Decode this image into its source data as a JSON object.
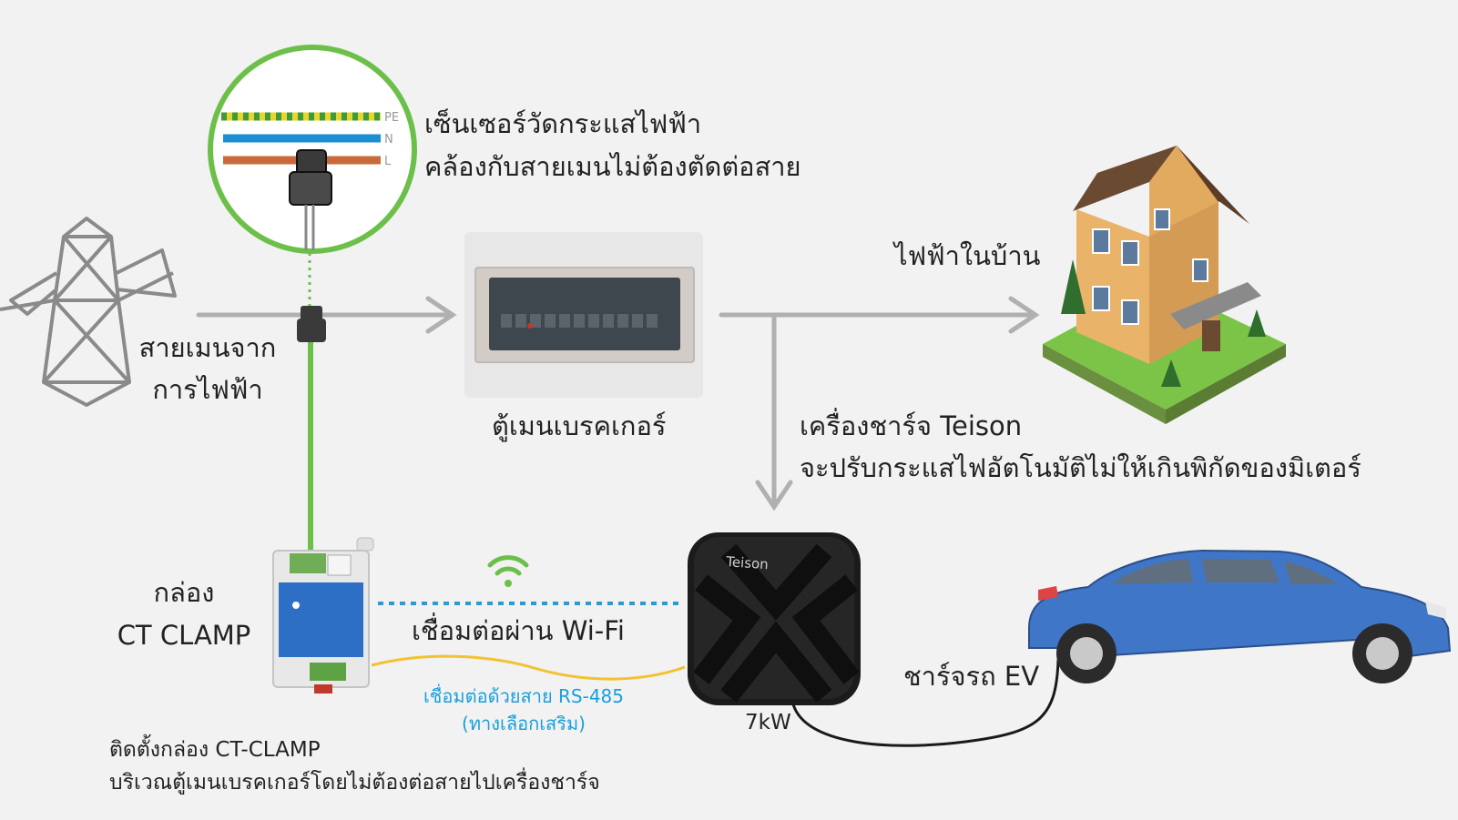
{
  "labels": {
    "sensor_line1": "เซ็นเซอร์วัดกระแสไฟฟ้า",
    "sensor_line2": "คล้องกับสายเมนไม่ต้องตัดต่อสาย",
    "grid_line1": "สายเมนจาก",
    "grid_line2": "การไฟฟ้า",
    "breaker": "ตู้เมนเบรคเกอร์",
    "home": "ไฟฟ้าในบ้าน",
    "charger_line1": "เครื่องชาร์จ Teison",
    "charger_line2": "จะปรับกระแสไฟอัตโนมัติไม่ให้เกินพิกัดของมิเตอร์",
    "ctbox_line1": "กล่อง",
    "ctbox_line2": "CT CLAMP",
    "wifi": "เชื่อมต่อผ่าน Wi-Fi",
    "rs485_line1": "เชื่อมต่อด้วยสาย RS-485",
    "rs485_line2": "(ทางเลือกเสริม)",
    "power": "7kW",
    "ev": "ชาร์จรถ EV",
    "install_line1": "ติดตั้งกล่อง CT-CLAMP",
    "install_line2": "บริเวณตู้เมนเบรคเกอร์โดยไม่ต้องต่อสายไปเครื่องชาร์จ"
  },
  "wire_labels": {
    "pe": "PE",
    "n": "N",
    "l": "L"
  },
  "charger_brand": "Teison",
  "colors": {
    "background": "#f1f2f1",
    "arrow": "#b0b0b0",
    "green_line": "#6cc04a",
    "wifi_dash": "#2d9bd0",
    "rs485_cable": "#f2c230",
    "car_blue": "#3f76c8"
  }
}
